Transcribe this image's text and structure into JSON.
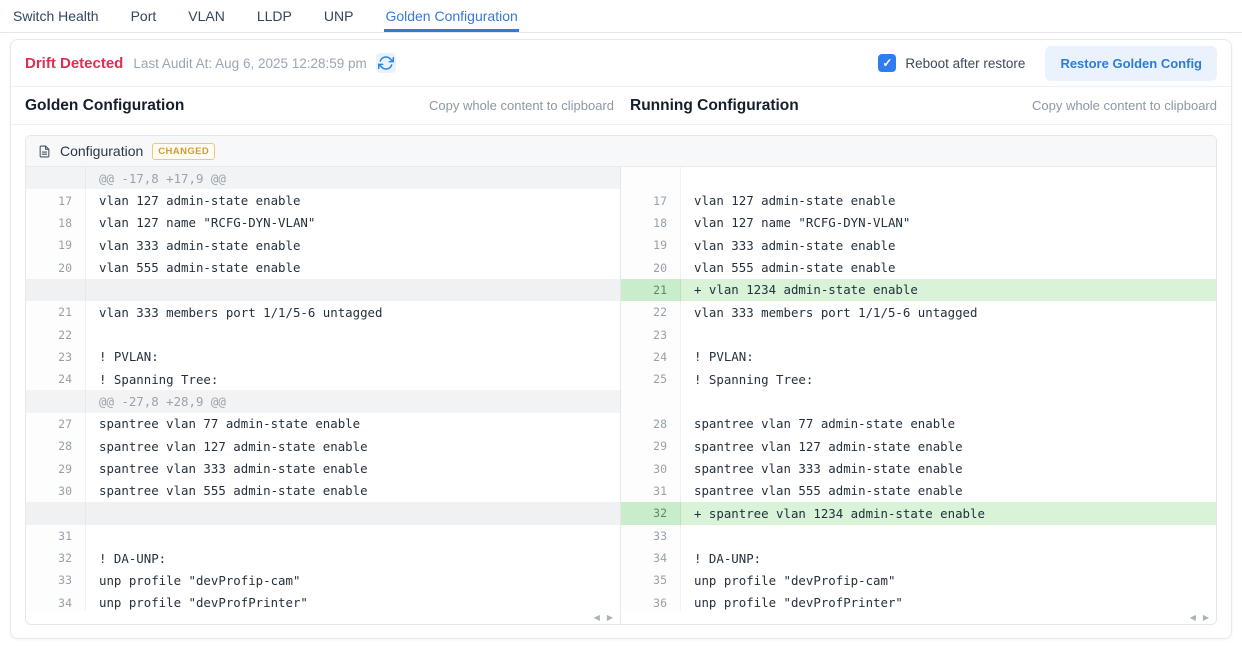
{
  "nav": {
    "tabs": [
      {
        "label": "Switch Health",
        "active": false
      },
      {
        "label": "Port",
        "active": false
      },
      {
        "label": "VLAN",
        "active": false
      },
      {
        "label": "LLDP",
        "active": false
      },
      {
        "label": "UNP",
        "active": false
      },
      {
        "label": "Golden Configuration",
        "active": true
      }
    ]
  },
  "header": {
    "status": "Drift Detected",
    "last_audit": "Last Audit At: Aug 6, 2025 12:28:59 pm",
    "reboot_label": "Reboot after restore",
    "reboot_checked": true,
    "restore_button": "Restore Golden Config"
  },
  "columns": {
    "left_title": "Golden Configuration",
    "left_copy": "Copy whole content to clipboard",
    "right_title": "Running Configuration",
    "right_copy": "Copy whole content to clipboard"
  },
  "section": {
    "title": "Configuration",
    "badge": "CHANGED"
  },
  "icons": {
    "sync": "sync-refresh-icon",
    "document": "document-icon",
    "checkbox_glyph": "✓",
    "scroll_left": "◀",
    "scroll_right": "▶"
  },
  "colors": {
    "accent_blue": "#2e7cd6",
    "drift_red": "#dc2f55",
    "added_bg": "#d8f3d8",
    "added_gutter_bg": "#c9ecca",
    "changed_badge": "#d79b2d"
  },
  "diff": {
    "added_prefix": "+ ",
    "rows": [
      {
        "l": {
          "t": "hunk",
          "text": "@@ -17,8 +17,9 @@"
        },
        "r": {
          "t": "hb",
          "text": ""
        }
      },
      {
        "l": {
          "t": "n",
          "num": "17",
          "text": "vlan 127 admin-state enable"
        },
        "r": {
          "t": "n",
          "num": "17",
          "text": "vlan 127 admin-state enable"
        }
      },
      {
        "l": {
          "t": "n",
          "num": "18",
          "text": "vlan 127 name \"RCFG-DYN-VLAN\""
        },
        "r": {
          "t": "n",
          "num": "18",
          "text": "vlan 127 name \"RCFG-DYN-VLAN\""
        }
      },
      {
        "l": {
          "t": "n",
          "num": "19",
          "text": "vlan 333 admin-state enable"
        },
        "r": {
          "t": "n",
          "num": "19",
          "text": "vlan 333 admin-state enable"
        }
      },
      {
        "l": {
          "t": "n",
          "num": "20",
          "text": "vlan 555 admin-state enable"
        },
        "r": {
          "t": "n",
          "num": "20",
          "text": "vlan 555 admin-state enable"
        }
      },
      {
        "l": {
          "t": "empty",
          "text": ""
        },
        "r": {
          "t": "add",
          "num": "21",
          "text": "vlan 1234 admin-state enable"
        }
      },
      {
        "l": {
          "t": "n",
          "num": "21",
          "text": "vlan 333 members port 1/1/5-6 untagged"
        },
        "r": {
          "t": "n",
          "num": "22",
          "text": "vlan 333 members port 1/1/5-6 untagged"
        }
      },
      {
        "l": {
          "t": "n",
          "num": "22",
          "text": ""
        },
        "r": {
          "t": "n",
          "num": "23",
          "text": ""
        }
      },
      {
        "l": {
          "t": "n",
          "num": "23",
          "text": "! PVLAN:"
        },
        "r": {
          "t": "n",
          "num": "24",
          "text": "! PVLAN:"
        }
      },
      {
        "l": {
          "t": "n",
          "num": "24",
          "text": "! Spanning Tree:"
        },
        "r": {
          "t": "n",
          "num": "25",
          "text": "! Spanning Tree:"
        }
      },
      {
        "l": {
          "t": "hunk",
          "text": "@@ -27,8 +28,9 @@"
        },
        "r": {
          "t": "hb",
          "text": ""
        }
      },
      {
        "l": {
          "t": "n",
          "num": "27",
          "text": "spantree vlan 77 admin-state enable"
        },
        "r": {
          "t": "n",
          "num": "28",
          "text": "spantree vlan 77 admin-state enable"
        }
      },
      {
        "l": {
          "t": "n",
          "num": "28",
          "text": "spantree vlan 127 admin-state enable"
        },
        "r": {
          "t": "n",
          "num": "29",
          "text": "spantree vlan 127 admin-state enable"
        }
      },
      {
        "l": {
          "t": "n",
          "num": "29",
          "text": "spantree vlan 333 admin-state enable"
        },
        "r": {
          "t": "n",
          "num": "30",
          "text": "spantree vlan 333 admin-state enable"
        }
      },
      {
        "l": {
          "t": "n",
          "num": "30",
          "text": "spantree vlan 555 admin-state enable"
        },
        "r": {
          "t": "n",
          "num": "31",
          "text": "spantree vlan 555 admin-state enable"
        }
      },
      {
        "l": {
          "t": "empty",
          "text": ""
        },
        "r": {
          "t": "add",
          "num": "32",
          "text": "spantree vlan 1234 admin-state enable"
        }
      },
      {
        "l": {
          "t": "n",
          "num": "31",
          "text": ""
        },
        "r": {
          "t": "n",
          "num": "33",
          "text": ""
        }
      },
      {
        "l": {
          "t": "n",
          "num": "32",
          "text": "! DA-UNP:"
        },
        "r": {
          "t": "n",
          "num": "34",
          "text": "! DA-UNP:"
        }
      },
      {
        "l": {
          "t": "n",
          "num": "33",
          "text": "unp profile \"devProfip-cam\""
        },
        "r": {
          "t": "n",
          "num": "35",
          "text": "unp profile \"devProfip-cam\""
        }
      },
      {
        "l": {
          "t": "n",
          "num": "34",
          "text": "unp profile \"devProfPrinter\""
        },
        "r": {
          "t": "n",
          "num": "36",
          "text": "unp profile \"devProfPrinter\""
        }
      }
    ]
  }
}
